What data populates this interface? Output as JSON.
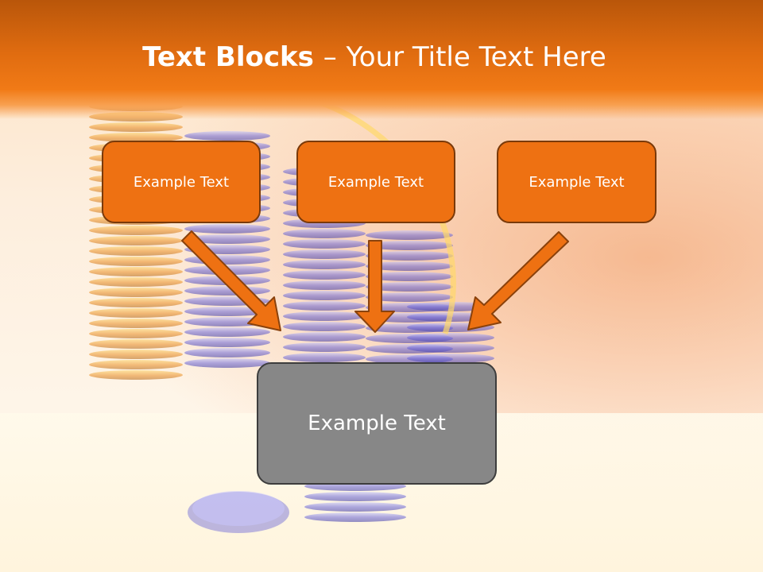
{
  "slide": {
    "title_bold": "Text Blocks",
    "title_dash": "–",
    "title_rest": "Your Title Text Here",
    "boxes": [
      {
        "label": "Example Text"
      },
      {
        "label": "Example Text"
      },
      {
        "label": "Example Text"
      }
    ],
    "center_box": {
      "label": "Example Text"
    }
  },
  "colors": {
    "header": "#e06c10",
    "box_fill": "#ee7112",
    "box_border": "#7a3a0a",
    "arrow_fill": "#ee7112",
    "center_fill": "#878787"
  }
}
